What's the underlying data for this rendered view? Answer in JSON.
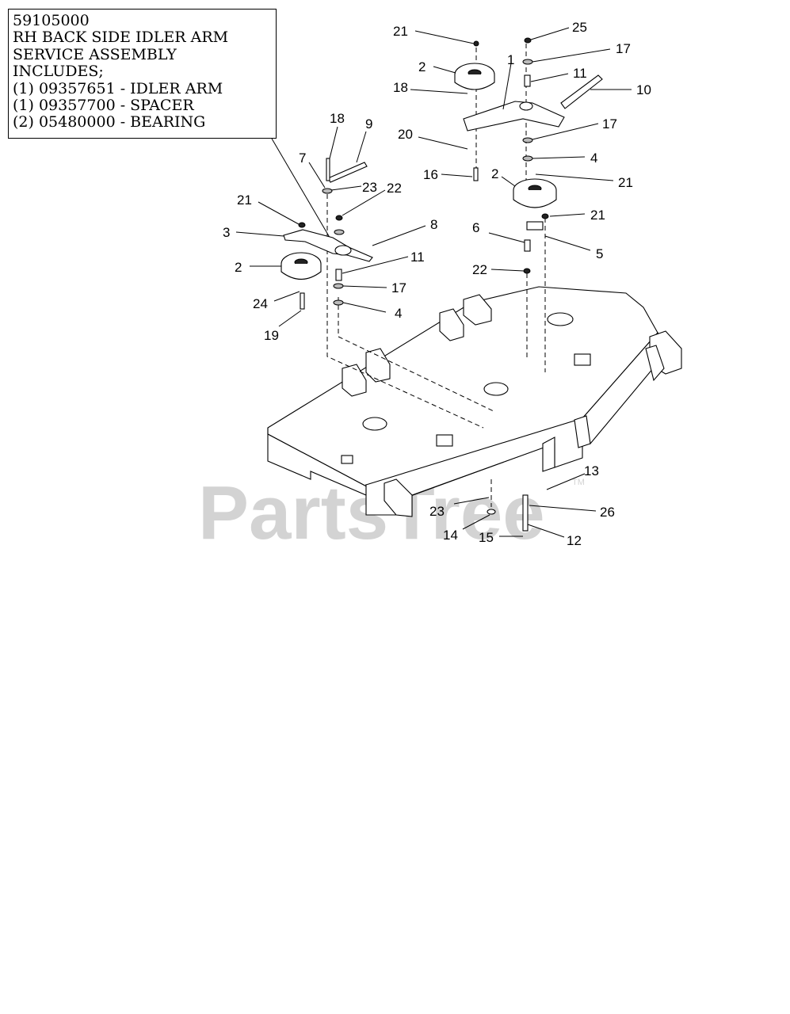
{
  "assembly_note": {
    "lines": [
      "59105000",
      "RH BACK SIDE IDLER ARM",
      "SERVICE ASSEMBLY",
      "INCLUDES;",
      "(1) 09357651 - IDLER ARM",
      "(1) 09357700 - SPACER",
      "(2) 05480000 - BEARING"
    ]
  },
  "callouts": {
    "c1": "1",
    "c2a": "2",
    "c2b": "2",
    "c2c": "2",
    "c3": "3",
    "c4a": "4",
    "c4b": "4",
    "c5": "5",
    "c6": "6",
    "c7": "7",
    "c8": "8",
    "c9": "9",
    "c10": "10",
    "c11a": "11",
    "c11b": "11",
    "c12": "12",
    "c13": "13",
    "c14": "14",
    "c15": "15",
    "c16": "16",
    "c17a": "17",
    "c17b": "17",
    "c17c": "17",
    "c18a": "18",
    "c18b": "18",
    "c19": "19",
    "c20": "20",
    "c21a": "21",
    "c21b": "21",
    "c21c": "21",
    "c21d": "21",
    "c22a": "22",
    "c22b": "22",
    "c23a": "23",
    "c23b": "23",
    "c24": "24",
    "c25": "25",
    "c26": "26"
  },
  "watermark": {
    "text": "PartsTree",
    "tm": "TM"
  }
}
